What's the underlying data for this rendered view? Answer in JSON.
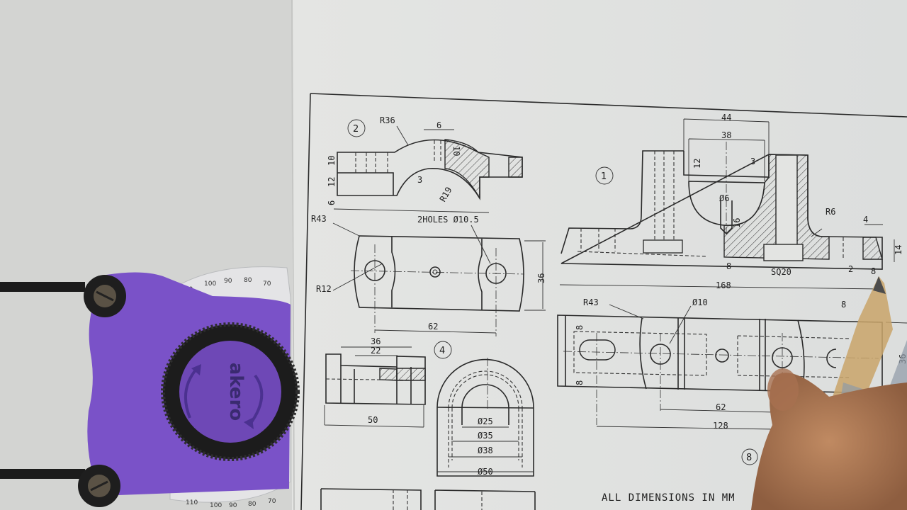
{
  "scene": {
    "description": "Photo of an engineering drawing sheet with a purple drafting compass and a pencil held by a hand",
    "colors": {
      "background": "#cfd1d0",
      "paper": "#e6e7e5",
      "ink": "#2a2a2a",
      "compass_body": "#7a52c8",
      "compass_knob": "#1c1c1c",
      "pencil": "#c9a46a",
      "hand": "#b07a55"
    }
  },
  "compass": {
    "brand": "akero",
    "protractor_top_ticks": [
      "110",
      "100",
      "90",
      "80",
      "70"
    ],
    "protractor_bottom_ticks": [
      "110",
      "100",
      "90",
      "80",
      "70"
    ]
  },
  "drawing": {
    "part_2": {
      "label": "2",
      "dims": {
        "r36": "R36",
        "six_top": "6",
        "ten_right": "10",
        "ten_left": "10",
        "twelve": "12",
        "six_left": "6",
        "three": "3",
        "r19": "R19"
      }
    },
    "part_2_plan": {
      "r43": "R43",
      "holes_note": "2HOLES Ø10.5",
      "r12": "R12",
      "thirtysix": "36",
      "sixtytwo": "62"
    },
    "part_4": {
      "label": "4",
      "dims": {
        "thirtysix": "36",
        "twentytwo": "22",
        "fifty": "50",
        "d25": "Ø25",
        "d35": "Ø35",
        "d38": "Ø38",
        "d50": "Ø50"
      }
    },
    "part_1": {
      "label": "1",
      "dims": {
        "fortyfour": "44",
        "thirtyeight": "38",
        "twelve": "12",
        "three": "3",
        "d6": "Ø6",
        "sixteen": "16",
        "r6": "R6",
        "four": "4",
        "fourteen": "14",
        "eight_left": "8",
        "sq20": "SQ20",
        "two": "2",
        "eight_right": "8",
        "onesixtyeight": "168"
      }
    },
    "part_1_plan": {
      "r43": "R43",
      "d10": "Ø10",
      "eight_top": "8",
      "eight_bottom": "8",
      "eight_right": "8",
      "thirtysix": "36",
      "sixtytwo": "62",
      "onetwentyeight": "128"
    },
    "part_8": {
      "label": "8"
    },
    "note": "ALL DIMENSIONS IN MM"
  }
}
